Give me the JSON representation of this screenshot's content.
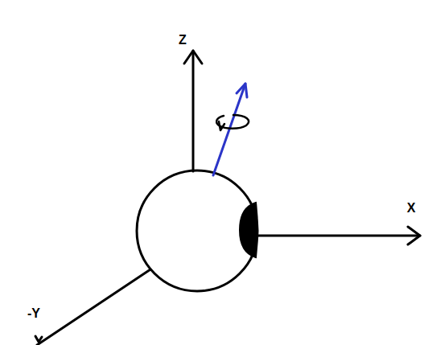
{
  "diagram": {
    "labels": [
      "Z",
      "X",
      "-Y"
    ]
  }
}
